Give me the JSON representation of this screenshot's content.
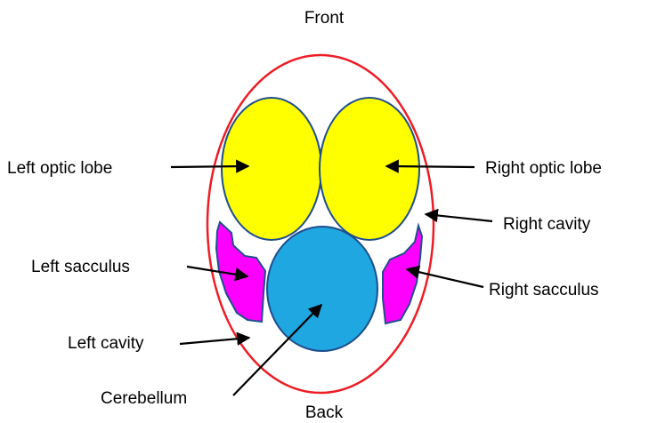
{
  "labels": {
    "front": "Front",
    "back": "Back",
    "left_optic_lobe": "Left optic lobe",
    "right_optic_lobe": "Right optic lobe",
    "right_cavity": "Right cavity",
    "left_sacculus": "Left sacculus",
    "right_sacculus": "Right sacculus",
    "left_cavity": "Left cavity",
    "cerebellum": "Cerebellum"
  },
  "colors": {
    "outline": "#ee1c24",
    "optic_lobe_fill": "#ffff00",
    "sacculus_fill": "#ff00ff",
    "cerebellum_fill": "#1ea7e1",
    "region_stroke": "#1f4e8c",
    "arrow": "#000000"
  }
}
